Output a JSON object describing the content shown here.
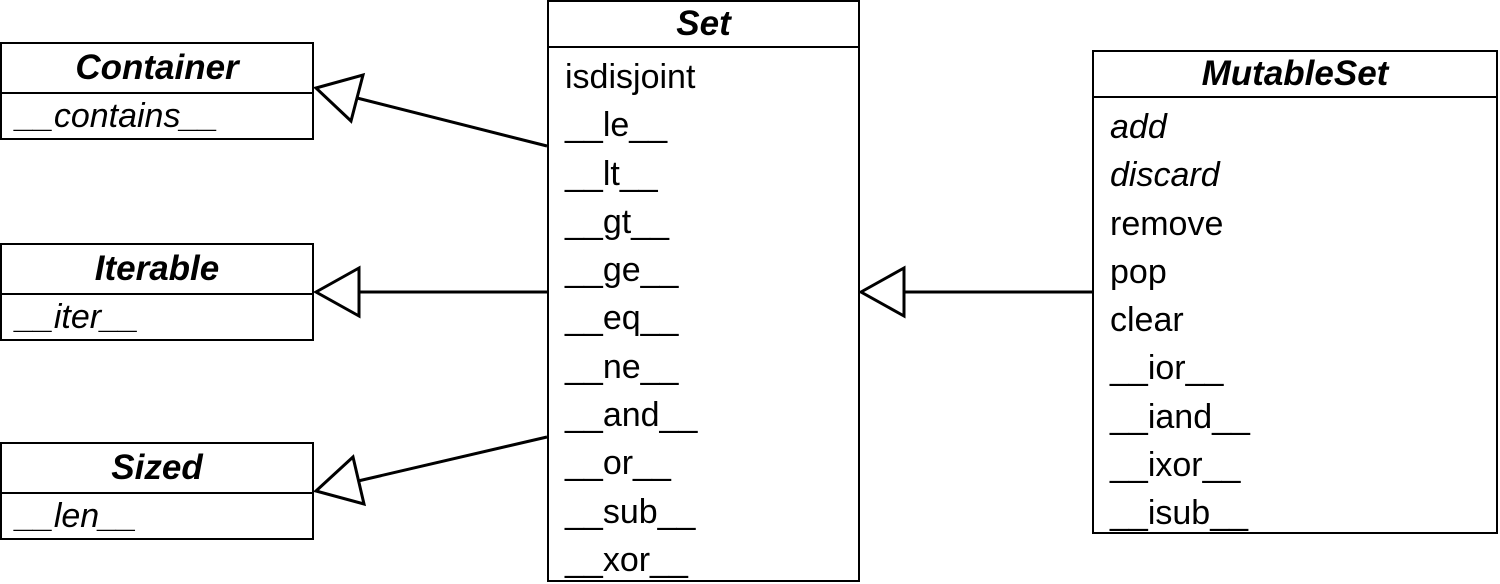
{
  "classes": {
    "container": {
      "title": "Container",
      "methods": [
        {
          "name": "__contains__",
          "abstract": true
        }
      ]
    },
    "iterable": {
      "title": "Iterable",
      "methods": [
        {
          "name": "__iter__",
          "abstract": true
        }
      ]
    },
    "sized": {
      "title": "Sized",
      "methods": [
        {
          "name": "__len__",
          "abstract": true
        }
      ]
    },
    "set": {
      "title": "Set",
      "methods": [
        {
          "name": "isdisjoint",
          "abstract": false
        },
        {
          "name": "__le__",
          "abstract": false
        },
        {
          "name": "__lt__",
          "abstract": false
        },
        {
          "name": "__gt__",
          "abstract": false
        },
        {
          "name": "__ge__",
          "abstract": false
        },
        {
          "name": "__eq__",
          "abstract": false
        },
        {
          "name": "__ne__",
          "abstract": false
        },
        {
          "name": "__and__",
          "abstract": false
        },
        {
          "name": "__or__",
          "abstract": false
        },
        {
          "name": "__sub__",
          "abstract": false
        },
        {
          "name": "__xor__",
          "abstract": false
        }
      ]
    },
    "mutableset": {
      "title": "MutableSet",
      "methods": [
        {
          "name": "add",
          "abstract": true
        },
        {
          "name": "discard",
          "abstract": true
        },
        {
          "name": "remove",
          "abstract": false
        },
        {
          "name": "pop",
          "abstract": false
        },
        {
          "name": "clear",
          "abstract": false
        },
        {
          "name": "__ior__",
          "abstract": false
        },
        {
          "name": "__iand__",
          "abstract": false
        },
        {
          "name": "__ixor__",
          "abstract": false
        },
        {
          "name": "__isub__",
          "abstract": false
        }
      ]
    }
  },
  "edges": [
    {
      "from": "set",
      "to": "container",
      "kind": "inheritance"
    },
    {
      "from": "set",
      "to": "iterable",
      "kind": "inheritance"
    },
    {
      "from": "set",
      "to": "sized",
      "kind": "inheritance"
    },
    {
      "from": "mutableset",
      "to": "set",
      "kind": "inheritance"
    }
  ]
}
